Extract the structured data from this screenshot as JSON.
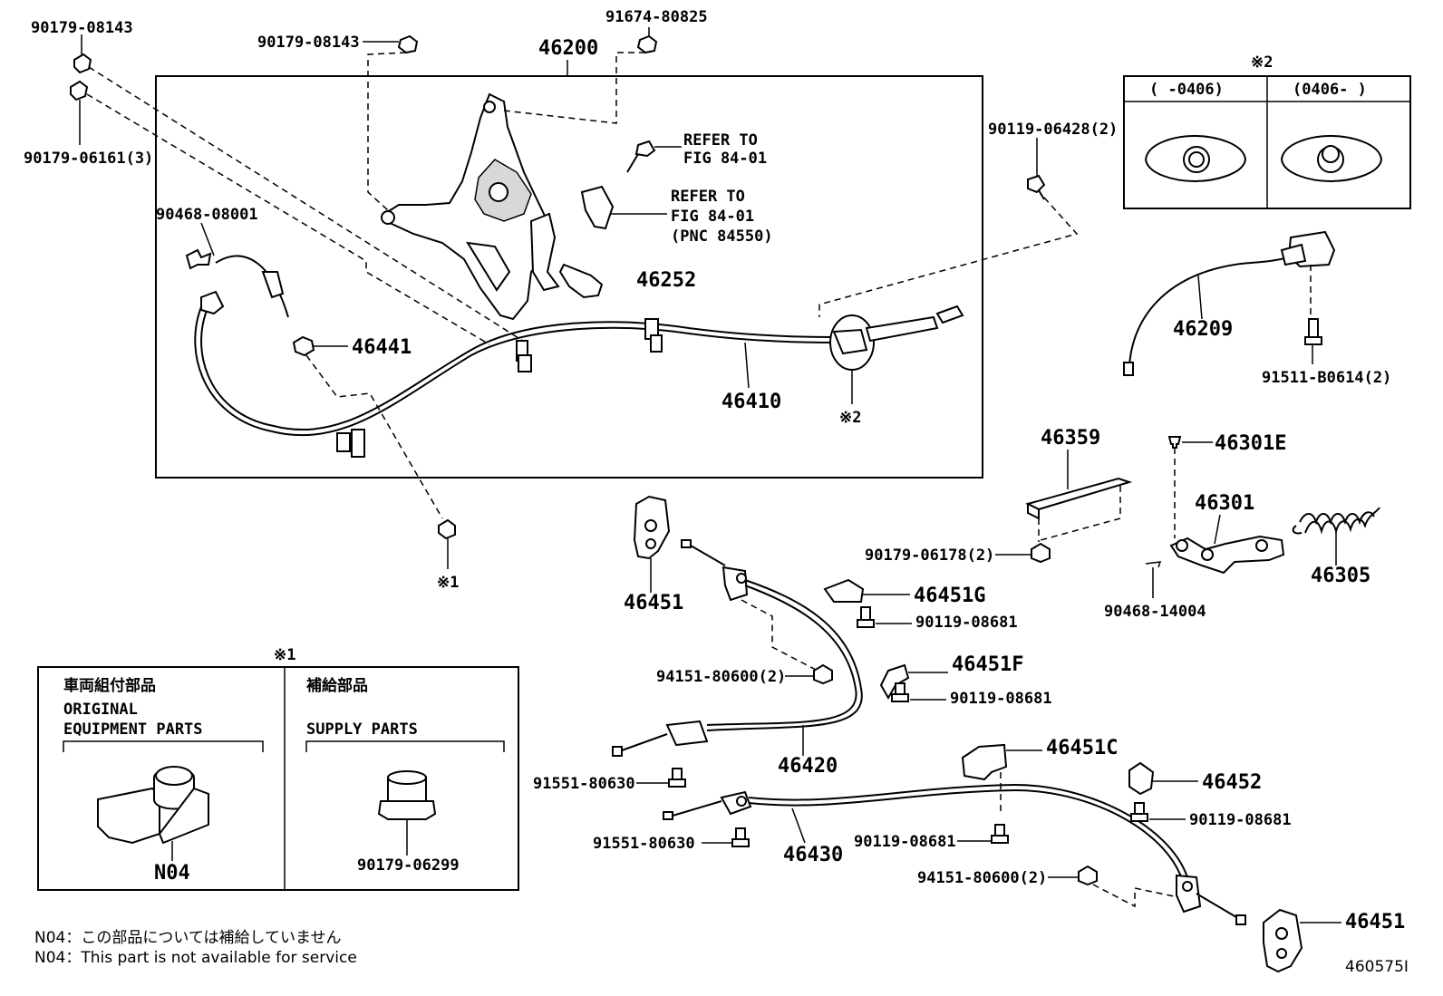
{
  "labels": {
    "p90179_08143_a": "90179-08143",
    "p90179_06161": "90179-06161(3)",
    "p90179_08143_b": "90179-08143",
    "p46200": "46200",
    "p91674_80825": "91674-80825",
    "refer1_line1": "REFER TO",
    "refer1_line2": "FIG 84-01",
    "refer2_line1": "REFER TO",
    "refer2_line2": "FIG 84-01",
    "refer2_line3": "(PNC 84550)",
    "p90468_08001": "90468-08001",
    "p46252": "46252",
    "p46441": "46441",
    "p46410": "46410",
    "mark2_cable": "※2",
    "mark1_nut": "※1",
    "p90119_06428": "90119-06428(2)",
    "mark2_box": "※2",
    "box2_left": "(  -0406)",
    "box2_right": "(0406-  )",
    "p46209": "46209",
    "p91511_b0614": "91511-B0614(2)",
    "p46359": "46359",
    "p46301e": "46301E",
    "p46301": "46301",
    "p46305": "46305",
    "p90179_06178": "90179-06178(2)",
    "p90468_14004": "90468-14004",
    "p46451_a": "46451",
    "p46451g": "46451G",
    "p90119_08681_a": "90119-08681",
    "p94151_80600_a": "94151-80600(2)",
    "p46451f": "46451F",
    "p90119_08681_b": "90119-08681",
    "p46420": "46420",
    "p91551_80630_a": "91551-80630",
    "p46451c": "46451C",
    "p46452": "46452",
    "p90119_08681_c": "90119-08681",
    "p91551_80630_b": "91551-80630",
    "p46430": "46430",
    "p90119_08681_d": "90119-08681",
    "p94151_80600_b": "94151-80600(2)",
    "p46451_b": "46451",
    "mark1_box": "※1",
    "box1_left_jp": "車両組付部品",
    "box1_left_en1": "ORIGINAL",
    "box1_left_en2": "EQUIPMENT PARTS",
    "box1_right_jp": "補給部品",
    "box1_right_en": "SUPPLY PARTS",
    "pN04": "N04",
    "p90179_06299": "90179-06299"
  },
  "notes": {
    "jp": "N04：この部品については補給していません",
    "en": "N04：This part is not available for service"
  },
  "figure_id": "460575I"
}
